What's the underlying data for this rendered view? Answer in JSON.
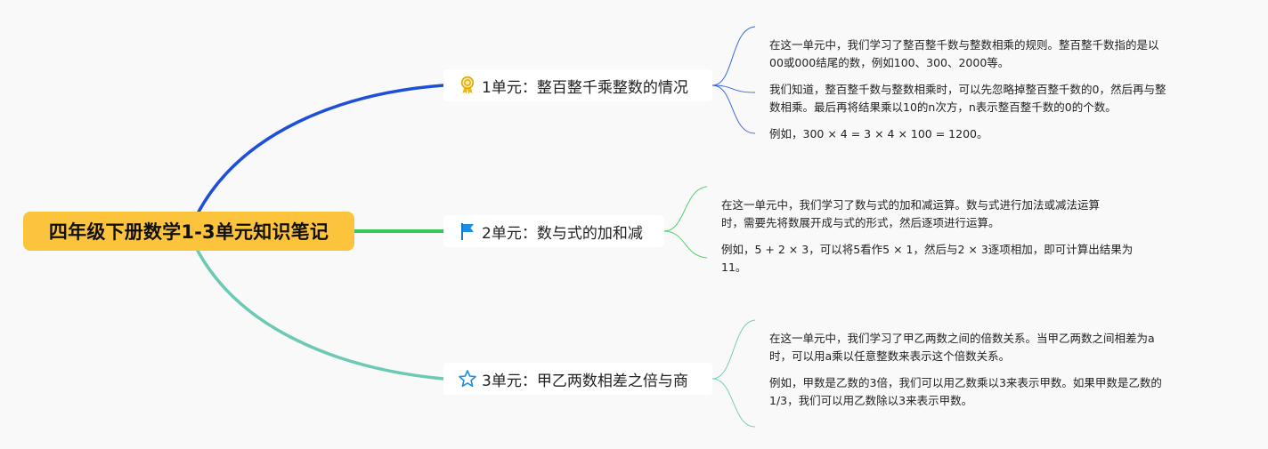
{
  "mindmap": {
    "root": {
      "title": "四年级下册数学1-3单元知识笔记",
      "color": "#fcc33d"
    },
    "branches": [
      {
        "label": "1单元：整百整千乘整数的情况",
        "icon": "award-ribbon-icon",
        "color": "#1e4fd8",
        "notes": [
          [
            "在这一单元中，我们学习了整百整千数与整数相乘的规则。整百整千数指的是以",
            "00或000结尾的数，例如100、300、2000等。"
          ],
          [
            "我们知道，整百整千数与整数相乘时，可以先忽略掉整百整千数的0，然后再与整",
            "数相乘。最后再将结果乘以10的n次方，n表示整百整千数的0的个数。"
          ],
          [
            "例如，300 × 4 = 3 × 4 × 100 = 1200。"
          ]
        ]
      },
      {
        "label": "2单元：数与式的加和减",
        "icon": "flag-icon",
        "color": "#36c95a",
        "notes": [
          [
            "在这一单元中，我们学习了数与式的加和减运算。数与式进行加法或减法运算",
            "时，需要先将数展开成与式的形式，然后逐项进行运算。"
          ],
          [
            "例如，5 + 2 × 3，可以将5看作5 × 1，然后与2 × 3逐项相加，即可计算出结果为",
            "11。"
          ]
        ]
      },
      {
        "label": "3单元：甲乙两数相差之倍与商",
        "icon": "star-icon",
        "color": "#6cc9b4",
        "notes": [
          [
            "在这一单元中，我们学习了甲乙两数之间的倍数关系。当甲乙两数之间相差为a",
            "时，可以用a乘以任意整数来表示这个倍数关系。"
          ],
          [
            "例如，甲数是乙数的3倍，我们可以用乙数乘以3来表示甲数。如果甲数是乙数的",
            "1/3，我们可以用乙数除以3来表示甲数。"
          ]
        ]
      }
    ]
  }
}
